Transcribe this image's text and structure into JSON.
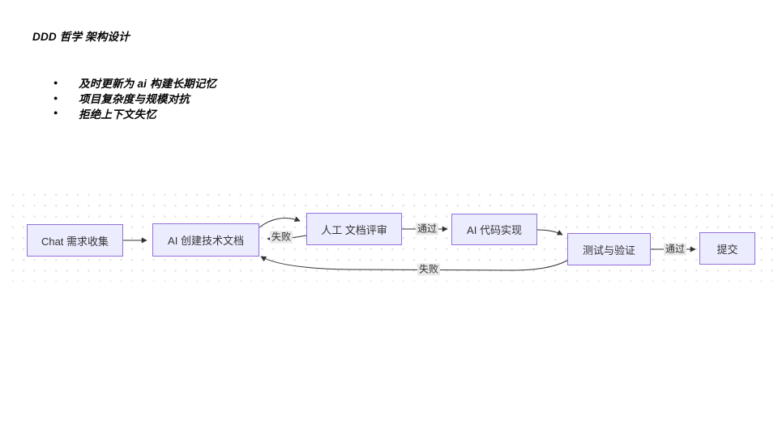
{
  "page": {
    "title": "DDD 哲学 架构设计"
  },
  "bullets": [
    "及时更新为 ai 构建长期记忆",
    "项目复杂度与规模对抗",
    "拒绝上下文失忆"
  ],
  "diagram": {
    "type": "flowchart",
    "direction": "left-to-right",
    "colors": {
      "node_fill": "#ECECFF",
      "node_border": "#9370DB",
      "edge_line": "#333333",
      "edge_label_bg": "#e8e8e8",
      "node_text": "#333333",
      "dot_grid": "#e3e3e3"
    },
    "nodes": [
      {
        "id": "chat",
        "label": "Chat 需求收集"
      },
      {
        "id": "aidoc",
        "label": "AI 创建技术文档"
      },
      {
        "id": "review",
        "label": "人工 文档评审"
      },
      {
        "id": "aicode",
        "label": "AI 代码实现"
      },
      {
        "id": "test",
        "label": "测试与验证"
      },
      {
        "id": "submit",
        "label": "提交"
      }
    ],
    "edges": [
      {
        "from": "Chat 需求收集",
        "to": "AI 创建技术文档",
        "label": ""
      },
      {
        "from": "AI 创建技术文档",
        "to": "人工 文档评审",
        "label": ""
      },
      {
        "from": "人工 文档评审",
        "to": "AI 创建技术文档",
        "label": "失败"
      },
      {
        "from": "人工 文档评审",
        "to": "AI 代码实现",
        "label": "通过"
      },
      {
        "from": "AI 代码实现",
        "to": "测试与验证",
        "label": ""
      },
      {
        "from": "测试与验证",
        "to": "提交",
        "label": "通过"
      },
      {
        "from": "测试与验证",
        "to": "AI 创建技术文档",
        "label": "失败"
      }
    ]
  }
}
